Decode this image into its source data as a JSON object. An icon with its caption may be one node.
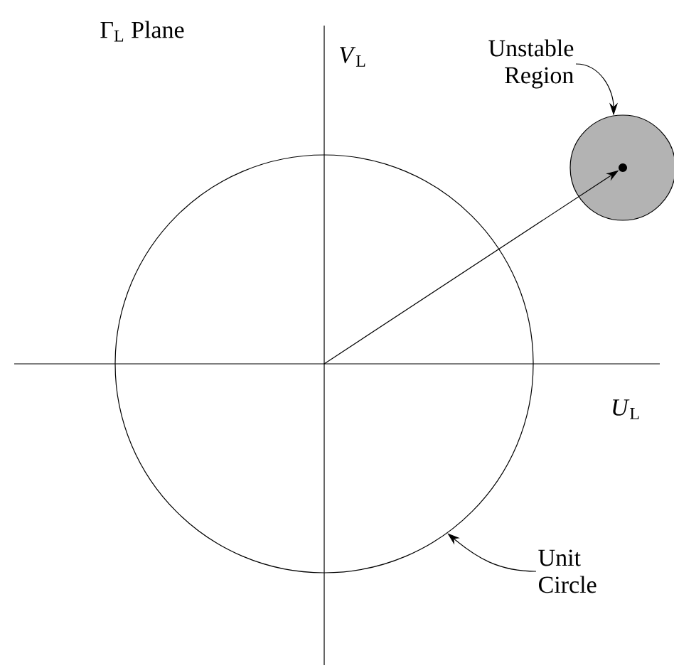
{
  "diagram": {
    "nodes": [
      {
        "text": [],
        "shape": "circle"
      },
      {
        "text": [],
        "shape": "circle"
      },
      {
        "text": [
          "Unstable Region"
        ]
      },
      {
        "text": [
          "Unit Circle"
        ]
      },
      {
        "text": [],
        "shape": "circle",
        "in": 1
      }
    ],
    "edges": [
      {
        "from": 2,
        "to": 1,
        "arrow": "to"
      },
      {
        "from": 3,
        "to": 0,
        "arrow": "to"
      },
      {
        "from": 0,
        "to": 4,
        "arrow": "to"
      }
    ],
    "labels": [
      "Γ$_{L}$ Plane",
      "*V*$_{L}$",
      "*U*$_{L}$"
    ]
  }
}
